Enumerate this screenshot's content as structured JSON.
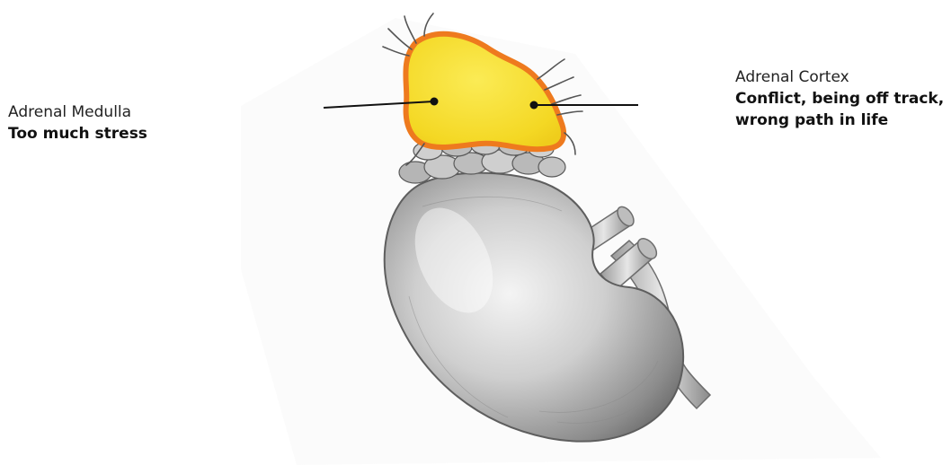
{
  "labels": {
    "medulla": {
      "name": "Adrenal Medulla",
      "description": "Too much stress"
    },
    "cortex": {
      "name": "Adrenal Cortex",
      "description_line1": "Conflict, being off track,",
      "description_line2": "wrong path in life"
    }
  },
  "colors": {
    "adrenal_fill": "#f7e23a",
    "adrenal_outline": "#ee7a1e",
    "kidney_fill": "#c9c9c9",
    "kidney_shadow": "#7d7d7d",
    "leader_line": "#111111"
  }
}
